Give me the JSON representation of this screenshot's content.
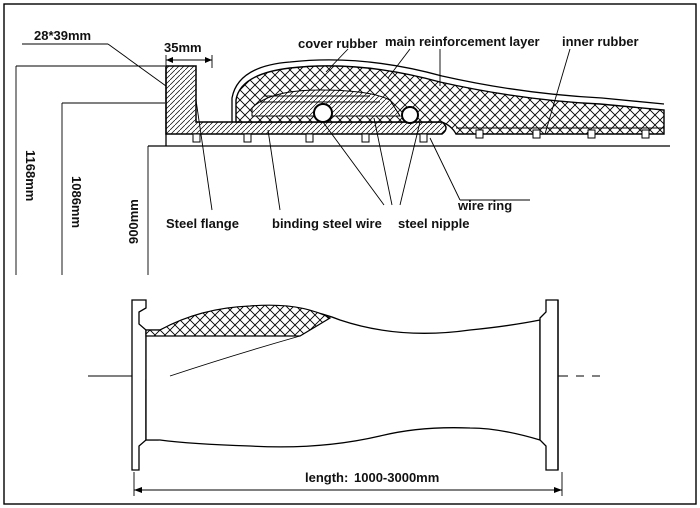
{
  "labels": {
    "flange_size": "28*39mm",
    "nipple_width": "35mm",
    "cover_rubber": "cover rubber",
    "main_reinforcement": "main reinforcement layer",
    "inner_rubber": "inner rubber",
    "od_1168": "1168mm",
    "od_1086": "1086mm",
    "id_900": "900mm",
    "steel_flange": "Steel flange",
    "binding_wire": "binding steel wire",
    "steel_nipple": "steel nipple",
    "wire_ring": "wire ring",
    "length_prefix": "length:",
    "length_value": "1000-3000mm"
  },
  "colors": {
    "line": "#000000",
    "background": "#ffffff",
    "rubber_fill": "#e8e8e8"
  }
}
